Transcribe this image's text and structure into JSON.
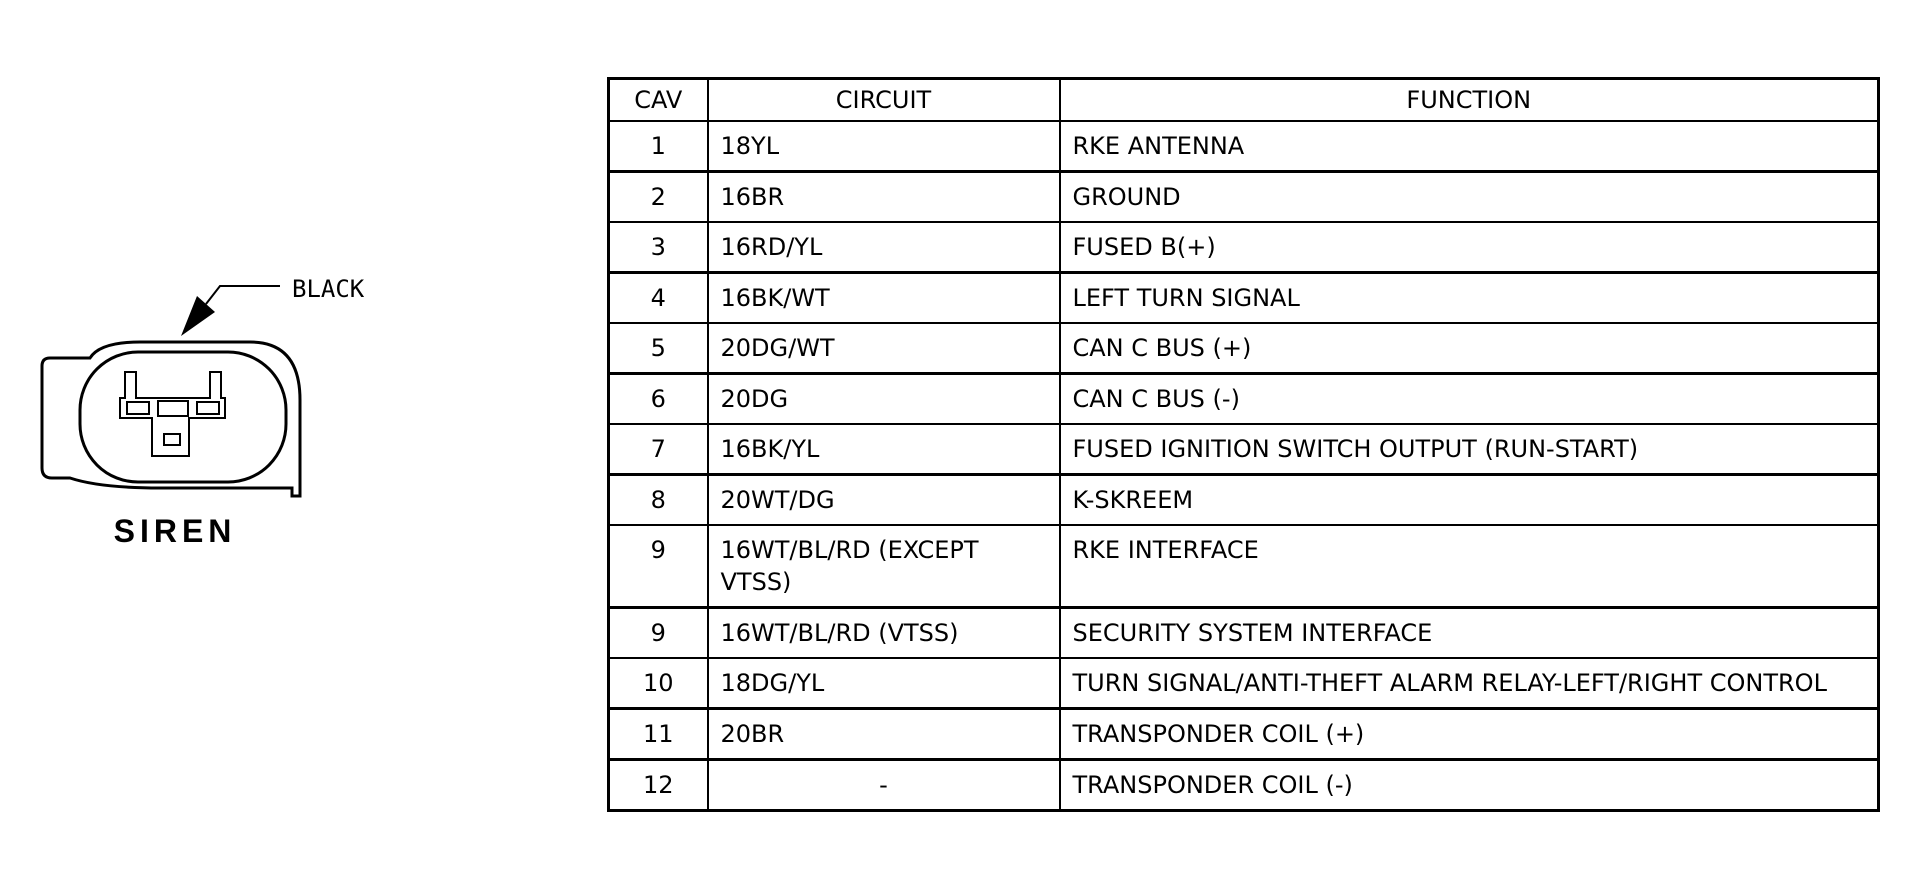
{
  "connector": {
    "color_label": "BLACK",
    "name_label": "SIREN"
  },
  "table": {
    "headers": {
      "cav": "CAV",
      "circuit": "CIRCUIT",
      "function": "FUNCTION"
    },
    "rows": [
      {
        "cav": "1",
        "circuit": "18YL",
        "function": "RKE ANTENNA"
      },
      {
        "cav": "2",
        "circuit": "16BR",
        "function": "GROUND"
      },
      {
        "cav": "3",
        "circuit": "16RD/YL",
        "function": "FUSED B(+)"
      },
      {
        "cav": "4",
        "circuit": "16BK/WT",
        "function": "LEFT TURN SIGNAL"
      },
      {
        "cav": "5",
        "circuit": "20DG/WT",
        "function": "CAN C BUS (+)"
      },
      {
        "cav": "6",
        "circuit": "20DG",
        "function": "CAN C BUS (-)"
      },
      {
        "cav": "7",
        "circuit": "16BK/YL",
        "function": "FUSED IGNITION SWITCH OUTPUT (RUN-START)"
      },
      {
        "cav": "8",
        "circuit": "20WT/DG",
        "function": "K-SKREEM"
      },
      {
        "cav": "9",
        "circuit": "16WT/BL/RD (EXCEPT VTSS)",
        "function": "RKE INTERFACE"
      },
      {
        "cav": "9",
        "circuit": "16WT/BL/RD (VTSS)",
        "function": "SECURITY SYSTEM INTERFACE"
      },
      {
        "cav": "10",
        "circuit": "18DG/YL",
        "function": "TURN SIGNAL/ANTI-THEFT ALARM RELAY-LEFT/RIGHT CONTROL"
      },
      {
        "cav": "11",
        "circuit": "20BR",
        "function": "TRANSPONDER COIL (+)"
      },
      {
        "cav": "12",
        "circuit": "-",
        "function": "TRANSPONDER COIL (-)"
      }
    ]
  }
}
